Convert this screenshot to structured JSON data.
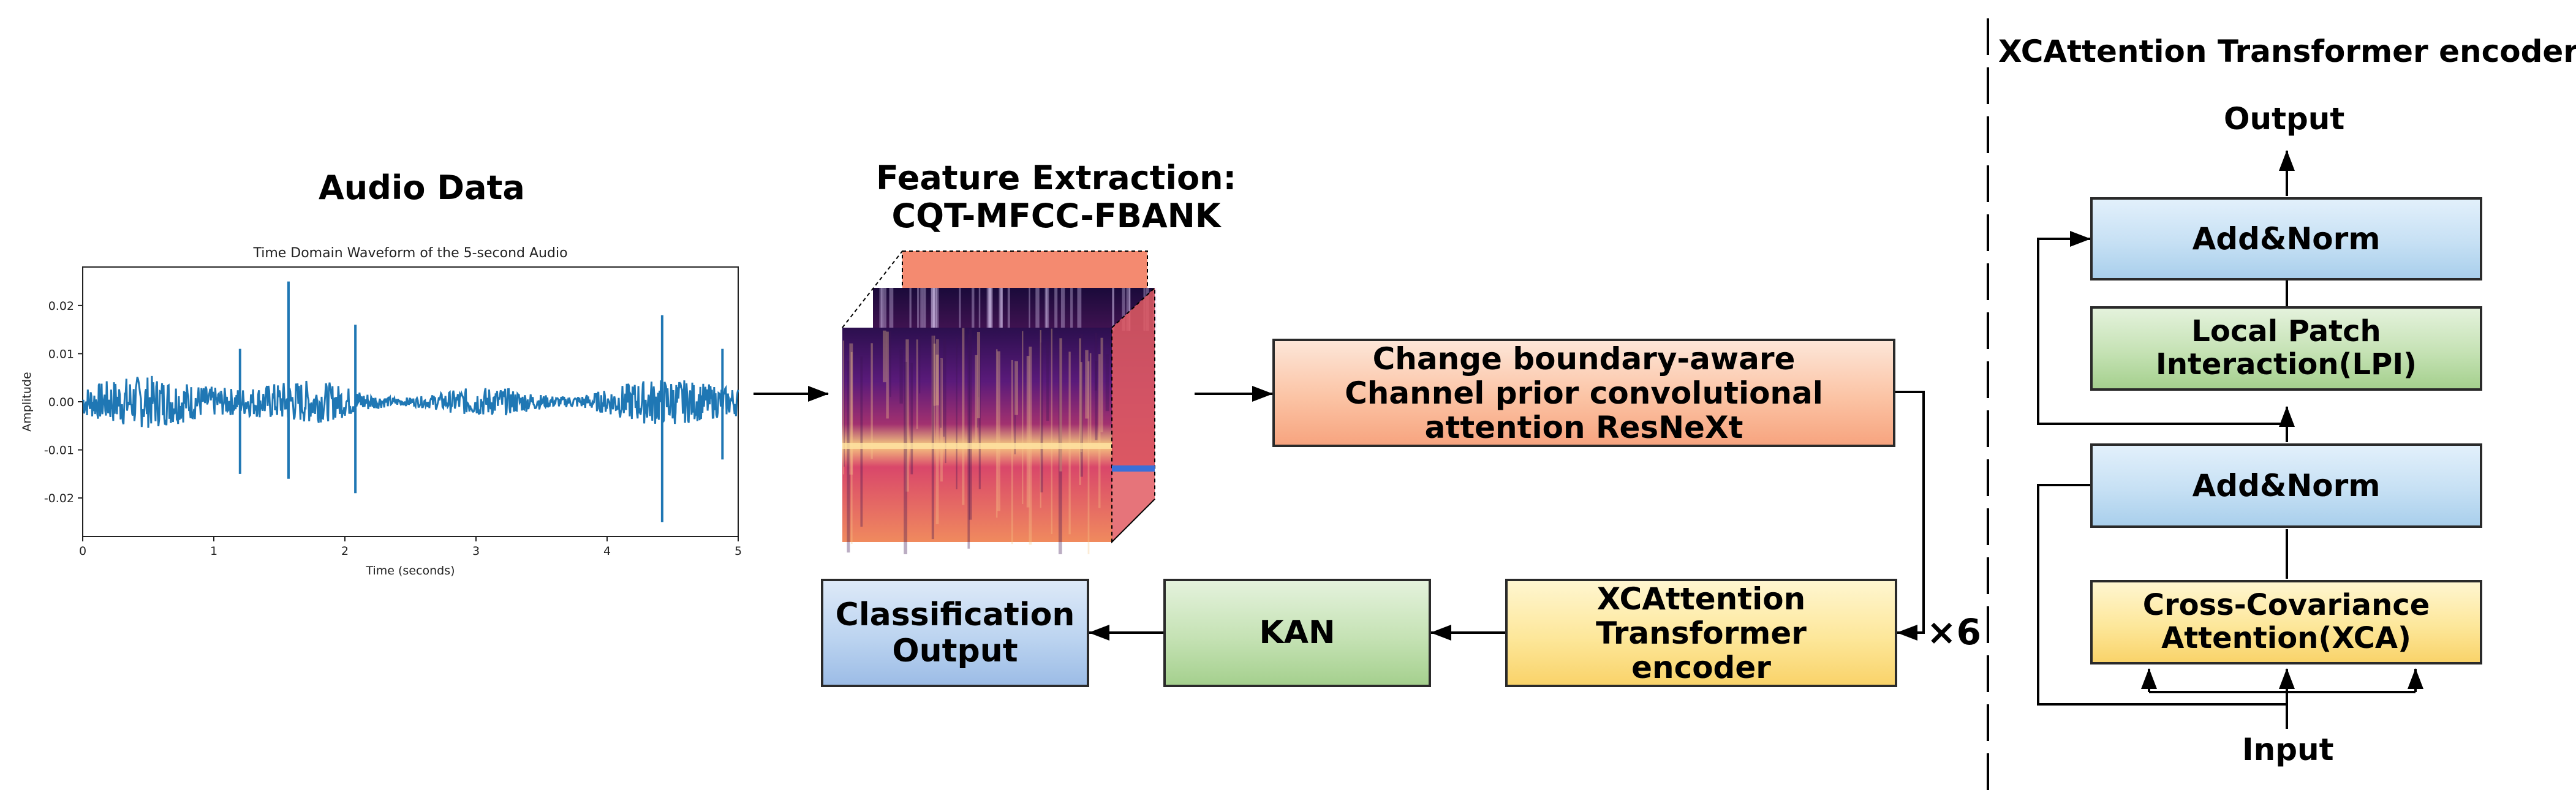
{
  "audio": {
    "title": "Audio Data",
    "plot_title": "Time Domain Waveform of the 5-second Audio",
    "xlabel": "Time (seconds)",
    "ylabel": "Amplitude"
  },
  "chart_data": {
    "type": "line",
    "title": "Time Domain Waveform of the 5-second Audio",
    "xlabel": "Time (seconds)",
    "ylabel": "Amplitude",
    "xlim": [
      0,
      5
    ],
    "ylim": [
      -0.028,
      0.028
    ],
    "x_ticks": [
      "0",
      "1",
      "2",
      "3",
      "4",
      "5"
    ],
    "y_ticks": [
      "0.02",
      "0.01",
      "0.00",
      "-0.01",
      "-0.02"
    ],
    "series": [
      {
        "color": "#1f77b4",
        "baseline_noise_amplitude": 0.004,
        "spikes": [
          {
            "x": 1.2,
            "y": 0.011
          },
          {
            "x": 1.2,
            "y": -0.015
          },
          {
            "x": 1.57,
            "y": 0.025
          },
          {
            "x": 1.57,
            "y": -0.016
          },
          {
            "x": 2.08,
            "y": 0.016
          },
          {
            "x": 2.08,
            "y": -0.019
          },
          {
            "x": 4.42,
            "y": 0.018
          },
          {
            "x": 4.42,
            "y": -0.025
          },
          {
            "x": 4.88,
            "y": 0.011
          },
          {
            "x": 4.88,
            "y": -0.012
          }
        ]
      }
    ]
  },
  "features": {
    "title_line1": "Feature Extraction:",
    "title_line2": "CQT-MFCC-FBANK"
  },
  "pipeline": {
    "resnext": "Change boundary-aware Channel prior convolutional attention ResNeXt",
    "xca_encoder": "XCAttention Transformer encoder",
    "kan": "KAN",
    "classification": "Classification Output",
    "repeat": "×6"
  },
  "encoder_detail": {
    "title": "XCAttention Transformer encoder",
    "output": "Output",
    "input": "Input",
    "add_norm_top": "Add&Norm",
    "lpi": "Local Patch Interaction(LPI)",
    "add_norm_bottom": "Add&Norm",
    "xca": "Cross-Covariance Attention(XCA)"
  },
  "colors": {
    "waveform": "#1f77b4",
    "resnext": "#f7a47f",
    "xca": "#f9d36a",
    "kan": "#a5d08e",
    "classification": "#9cbce6",
    "add_norm": "#a9cfec"
  }
}
